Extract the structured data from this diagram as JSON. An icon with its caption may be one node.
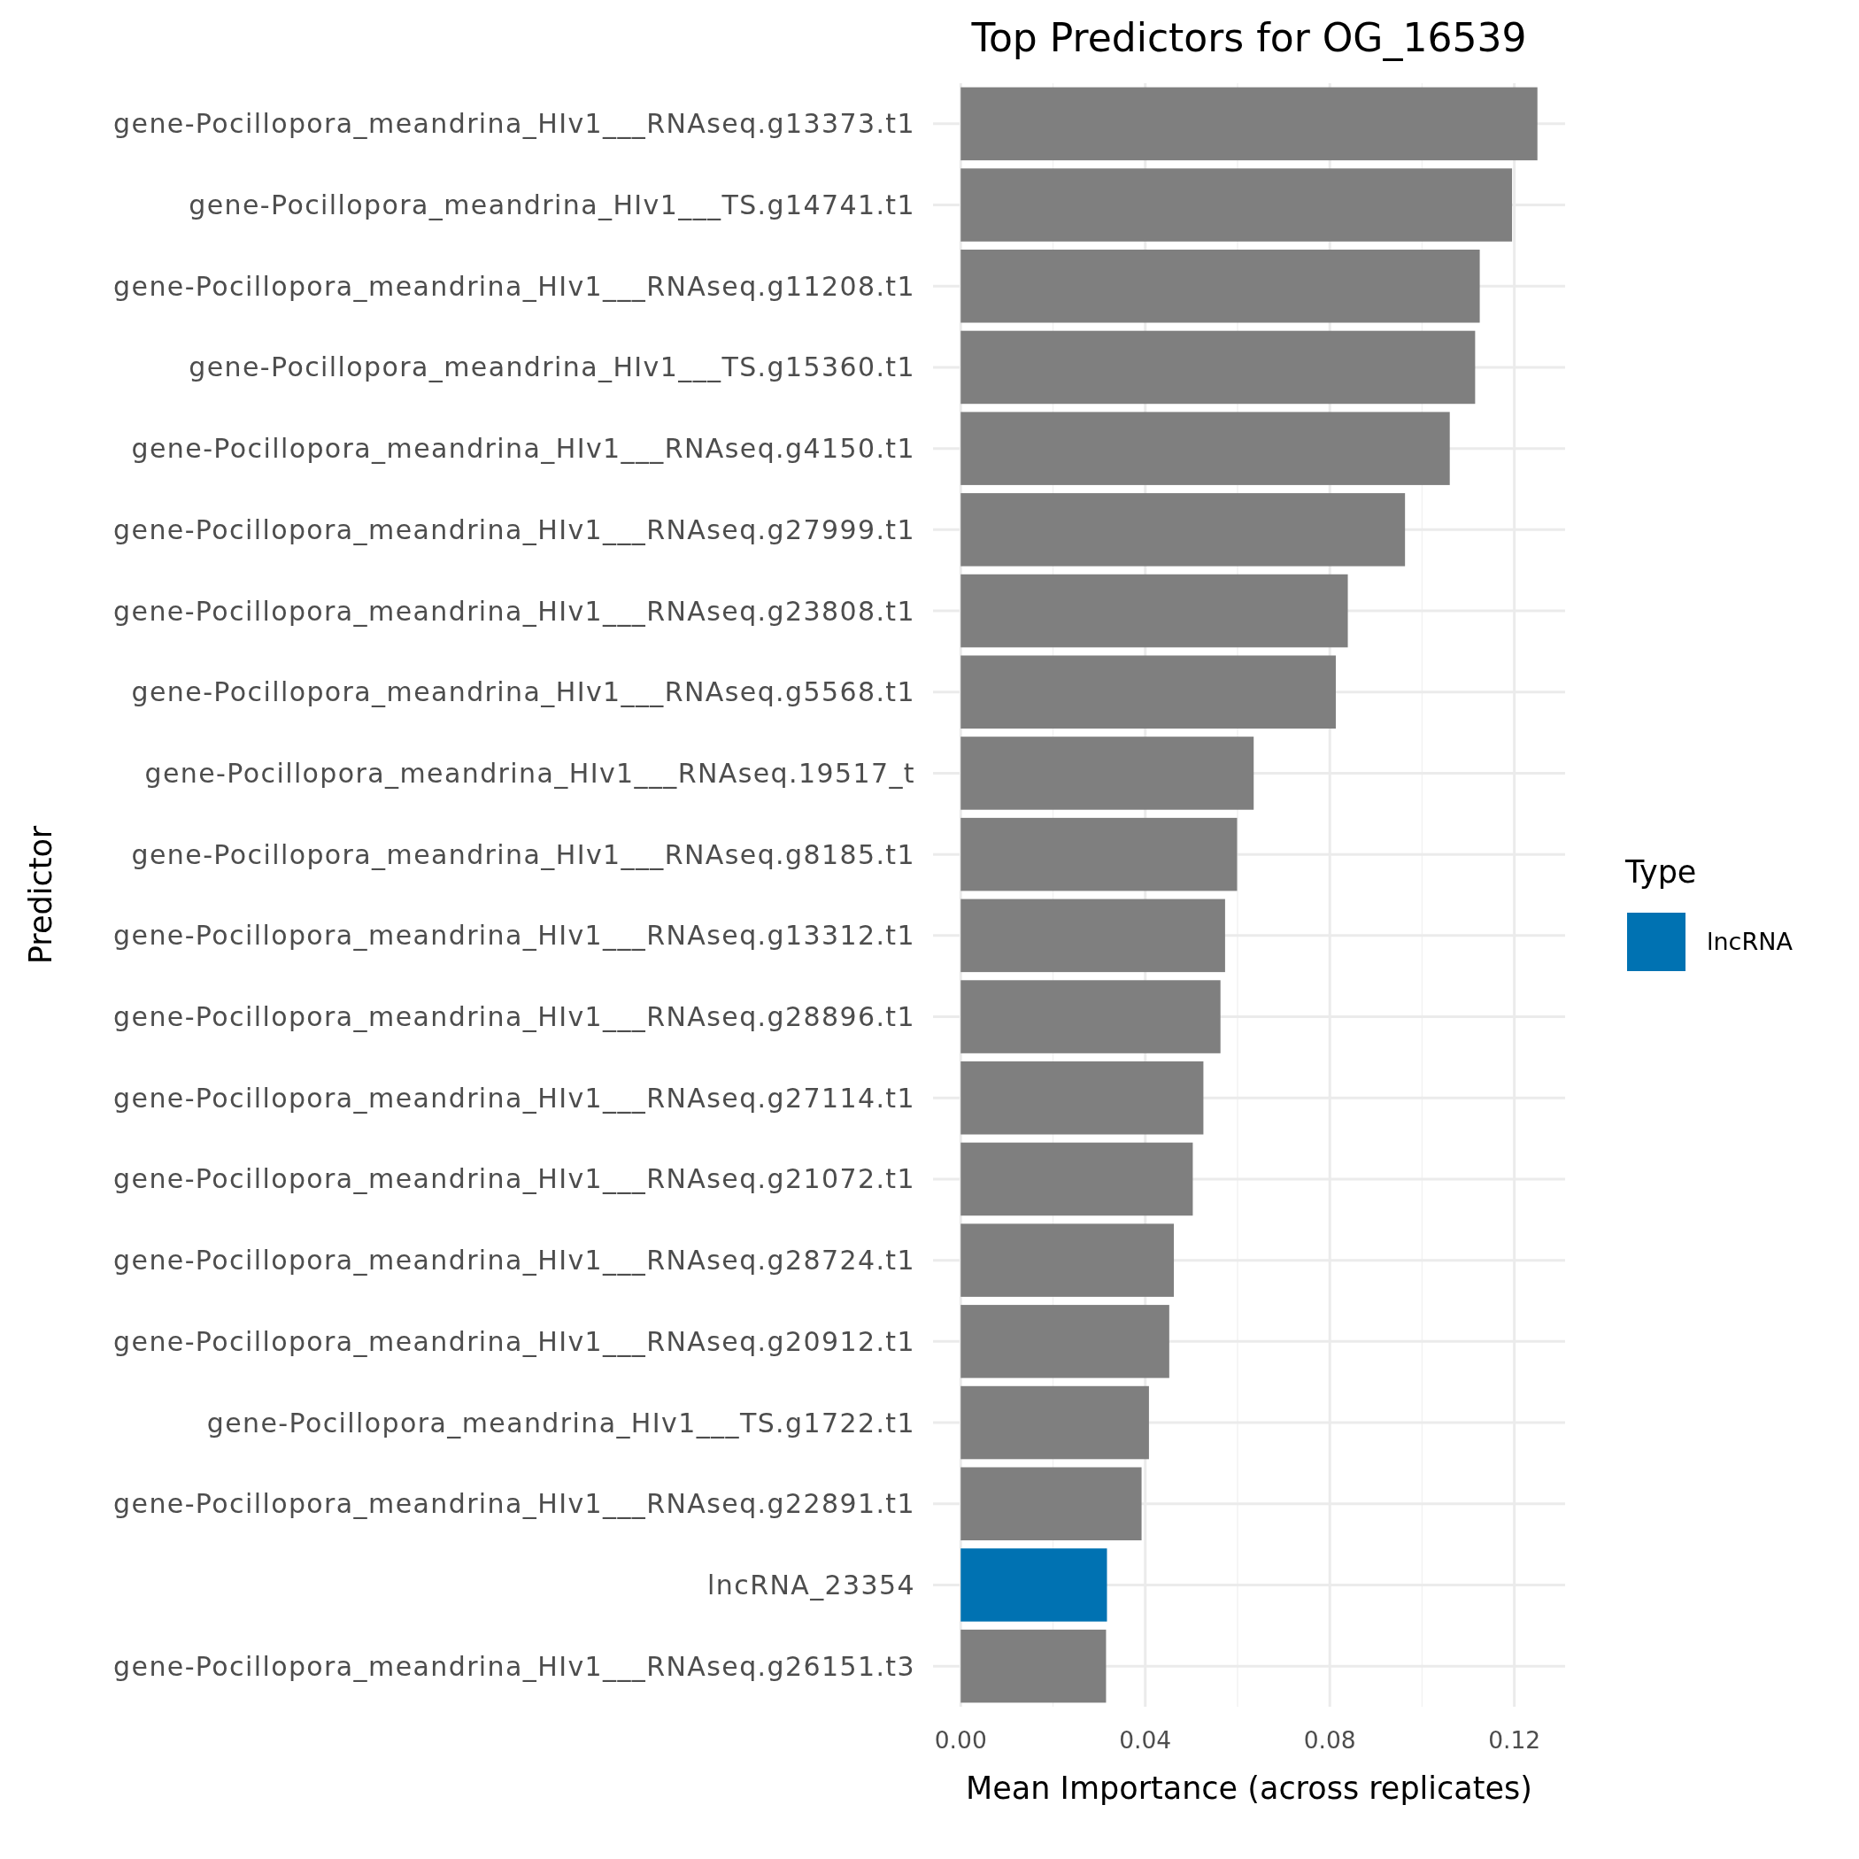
{
  "diagram": {
    "chart_data": {
      "type": "bar",
      "orientation": "horizontal",
      "title": "Top Predictors for OG_16539",
      "xlabel": "Mean Importance (across replicates)",
      "ylabel": "Predictor",
      "categories": [
        "gene-Pocillopora_meandrina_HIv1___RNAseq.g13373.t1",
        "gene-Pocillopora_meandrina_HIv1___TS.g14741.t1",
        "gene-Pocillopora_meandrina_HIv1___RNAseq.g11208.t1",
        "gene-Pocillopora_meandrina_HIv1___TS.g15360.t1",
        "gene-Pocillopora_meandrina_HIv1___RNAseq.g4150.t1",
        "gene-Pocillopora_meandrina_HIv1___RNAseq.g27999.t1",
        "gene-Pocillopora_meandrina_HIv1___RNAseq.g23808.t1",
        "gene-Pocillopora_meandrina_HIv1___RNAseq.g5568.t1",
        "gene-Pocillopora_meandrina_HIv1___RNAseq.19517_t",
        "gene-Pocillopora_meandrina_HIv1___RNAseq.g8185.t1",
        "gene-Pocillopora_meandrina_HIv1___RNAseq.g13312.t1",
        "gene-Pocillopora_meandrina_HIv1___RNAseq.g28896.t1",
        "gene-Pocillopora_meandrina_HIv1___RNAseq.g27114.t1",
        "gene-Pocillopora_meandrina_HIv1___RNAseq.g21072.t1",
        "gene-Pocillopora_meandrina_HIv1___RNAseq.g28724.t1",
        "gene-Pocillopora_meandrina_HIv1___RNAseq.g20912.t1",
        "gene-Pocillopora_meandrina_HIv1___TS.g1722.t1",
        "gene-Pocillopora_meandrina_HIv1___RNAseq.g22891.t1",
        "lncRNA_23354",
        "gene-Pocillopora_meandrina_HIv1___RNAseq.g26151.t3"
      ],
      "series": [
        {
          "color": "#7f7f7f",
          "values": [
            0.125,
            0.1195,
            0.1125,
            0.1115,
            0.106,
            0.0963,
            0.0839,
            0.0813,
            0.0635,
            0.0599,
            0.0573,
            0.0563,
            0.0526,
            0.0503,
            0.0462,
            0.0452,
            0.0408,
            0.0392,
            null,
            0.0315
          ]
        },
        {
          "name": "lncRNA",
          "color": "#0072b2",
          "values": [
            null,
            null,
            null,
            null,
            null,
            null,
            null,
            null,
            null,
            null,
            null,
            null,
            null,
            null,
            null,
            null,
            null,
            null,
            0.0317,
            null
          ]
        }
      ],
      "grid": true,
      "xlim": [
        -0.006,
        0.131
      ],
      "xticks": [
        {
          "value": 0,
          "label": "0.00"
        },
        {
          "value": 0.04,
          "label": "0.04"
        },
        {
          "value": 0.08,
          "label": "0.08"
        },
        {
          "value": 0.12,
          "label": "0.12"
        }
      ]
    },
    "labels": [
      "Type"
    ]
  }
}
